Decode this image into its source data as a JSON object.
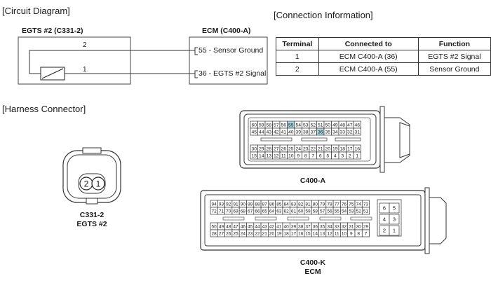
{
  "circuit": {
    "section_title": "[Circuit Diagram]",
    "component_label": "EGTS #2 (C331-2)",
    "ecm_label": "ECM (C400-A)",
    "pin_2": "2",
    "pin_1": "1",
    "ecm_pin_55": "55 - Sensor Ground",
    "ecm_pin_36": "36 - EGTS #2 Signal"
  },
  "connection": {
    "section_title": "[Connection Information]",
    "headers": [
      "Terminal",
      "Connected to",
      "Function"
    ],
    "rows": [
      [
        "1",
        "ECM C400-A (36)",
        "EGTS #2 Signal"
      ],
      [
        "2",
        "ECM C400-A (55)",
        "Sensor Ground"
      ]
    ]
  },
  "harness": {
    "section_title": "[Harness Connector]",
    "c331": {
      "pins": [
        "2",
        "1"
      ],
      "label": "C331-2",
      "sublabel": "EGTS #2"
    },
    "c400a": {
      "label": "C400-A",
      "highlight_color": "#a9d6dc",
      "highlighted_pins": [
        "55",
        "36"
      ],
      "row1": [
        "60",
        "59",
        "58",
        "57",
        "56",
        "55",
        "54",
        "53",
        "52",
        "51",
        "50",
        "49",
        "48",
        "47",
        "46"
      ],
      "row2": [
        "45",
        "44",
        "43",
        "42",
        "41",
        "40",
        "39",
        "38",
        "37",
        "36",
        "35",
        "34",
        "33",
        "32",
        "31"
      ],
      "row3": [
        "30",
        "29",
        "28",
        "27",
        "26",
        "25",
        "24",
        "23",
        "22",
        "21",
        "20",
        "19",
        "18",
        "17",
        "16"
      ],
      "row4": [
        "15",
        "14",
        "13",
        "12",
        "11",
        "10",
        "9",
        "8",
        "7",
        "6",
        "5",
        "4",
        "3",
        "2",
        "1"
      ]
    },
    "c400k": {
      "label": "C400-K",
      "sublabel": "ECM",
      "row1": [
        "94",
        "93",
        "92",
        "91",
        "90",
        "89",
        "88",
        "87",
        "86",
        "85",
        "84",
        "83",
        "82",
        "81",
        "80",
        "79",
        "78",
        "77",
        "76",
        "75",
        "74",
        "73"
      ],
      "row2": [
        "72",
        "71",
        "70",
        "69",
        "68",
        "67",
        "66",
        "65",
        "64",
        "63",
        "62",
        "61",
        "60",
        "59",
        "58",
        "57",
        "56",
        "55",
        "54",
        "53",
        "52",
        "51"
      ],
      "row3": [
        "50",
        "49",
        "48",
        "47",
        "46",
        "45",
        "44",
        "43",
        "42",
        "41",
        "40",
        "39",
        "38",
        "37",
        "36",
        "35",
        "34",
        "33",
        "32",
        "31",
        "30",
        "29"
      ],
      "row4": [
        "28",
        "27",
        "26",
        "25",
        "24",
        "23",
        "22",
        "21",
        "20",
        "19",
        "18",
        "17",
        "16",
        "15",
        "14",
        "13",
        "12",
        "11",
        "10",
        "9",
        "8",
        "7"
      ],
      "side": [
        [
          "6",
          "5"
        ],
        [
          "4",
          "3"
        ],
        [
          "2",
          "1"
        ]
      ]
    }
  }
}
